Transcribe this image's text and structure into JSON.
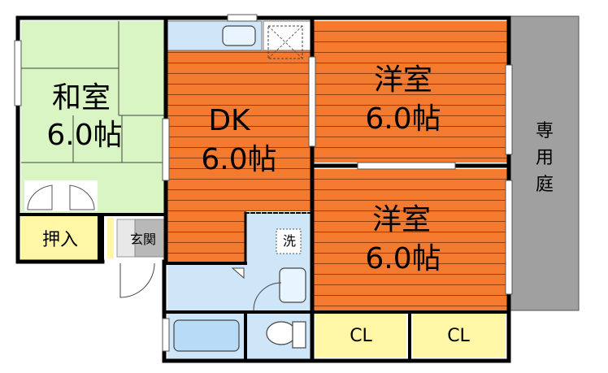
{
  "rooms": {
    "washitsu": {
      "name": "和室",
      "size": "6.0帖"
    },
    "dk": {
      "name": "DK",
      "size": "6.0帖"
    },
    "yoshitsu_upper": {
      "name": "洋室",
      "size": "6.0帖"
    },
    "yoshitsu_lower": {
      "name": "洋室",
      "size": "6.0帖"
    },
    "oshiire": {
      "name": "押入"
    },
    "genkan": {
      "name": "玄関"
    },
    "closet_left": {
      "name": "CL"
    },
    "closet_right": {
      "name": "CL"
    },
    "laundry": {
      "name": "洗"
    },
    "garden": {
      "name": "専用庭"
    }
  },
  "colors": {
    "washitsu": "#d9f5c3",
    "wood_floor": "#f47a30",
    "wet_area": "#cfe6f8",
    "storage": "#fff7a6",
    "garden": "#a0a0a0",
    "wall": "#000000"
  }
}
